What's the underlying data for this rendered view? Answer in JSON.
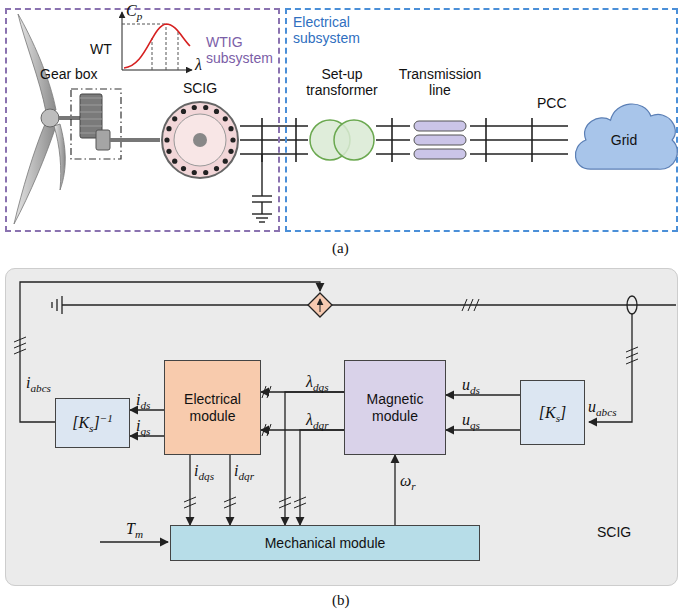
{
  "diagram": {
    "nodes": [
      {
        "text": [
          "WTIG subsystem"
        ]
      },
      {
        "text": [
          "Gear box"
        ],
        "in": 0
      },
      {
        "text": [
          "SCIG"
        ],
        "in": 0
      },
      {
        "text": [
          "Electrical subsystem"
        ]
      },
      {
        "text": [
          "Set-up transformer"
        ],
        "in": 3
      },
      {
        "text": [
          "Transmission line"
        ],
        "in": 3
      },
      {
        "text": [
          "Grid"
        ]
      },
      {
        "text": [
          "SCIG"
        ]
      },
      {
        "text": [
          "[Ks]−1"
        ],
        "in": 7
      },
      {
        "text": [
          "Electrical module"
        ],
        "in": 7
      },
      {
        "text": [
          "Magnetic module"
        ],
        "in": 7
      },
      {
        "text": [
          "[Ks]"
        ],
        "in": 7
      },
      {
        "text": [
          "Mechanical module"
        ],
        "in": 7
      }
    ],
    "edges": [
      {
        "from": 1,
        "to": 2,
        "arrow": "none"
      },
      {
        "from": 2,
        "to": 4,
        "arrow": "none"
      },
      {
        "from": 4,
        "to": 5,
        "arrow": "none"
      },
      {
        "from": 5,
        "to": 6,
        "arrow": "none"
      },
      {
        "from": 10,
        "to": 9,
        "arrow": "to",
        "label": "λdqs"
      },
      {
        "from": 10,
        "to": 9,
        "arrow": "to",
        "label": "λdqr"
      },
      {
        "from": 10,
        "to": 12,
        "arrow": "to"
      },
      {
        "from": 10,
        "to": 12,
        "arrow": "to"
      },
      {
        "from": 9,
        "to": 8,
        "arrow": "to",
        "label": "ids"
      },
      {
        "from": 9,
        "to": 8,
        "arrow": "to",
        "label": "iqs"
      },
      {
        "from": 11,
        "to": 10,
        "arrow": "to",
        "label": "uds"
      },
      {
        "from": 11,
        "to": 10,
        "arrow": "to",
        "label": "uqs"
      },
      {
        "from": 9,
        "to": 12,
        "arrow": "to",
        "label": "idqs"
      },
      {
        "from": 9,
        "to": 12,
        "arrow": "to",
        "label": "idqr"
      },
      {
        "from": 12,
        "to": 10,
        "arrow": "to",
        "label": "ωr"
      }
    ],
    "labels": [
      "Cp",
      "λ",
      "WT",
      "PCC",
      "(a)",
      "iabcs",
      "uabcs",
      "Tm",
      "(b)"
    ]
  }
}
